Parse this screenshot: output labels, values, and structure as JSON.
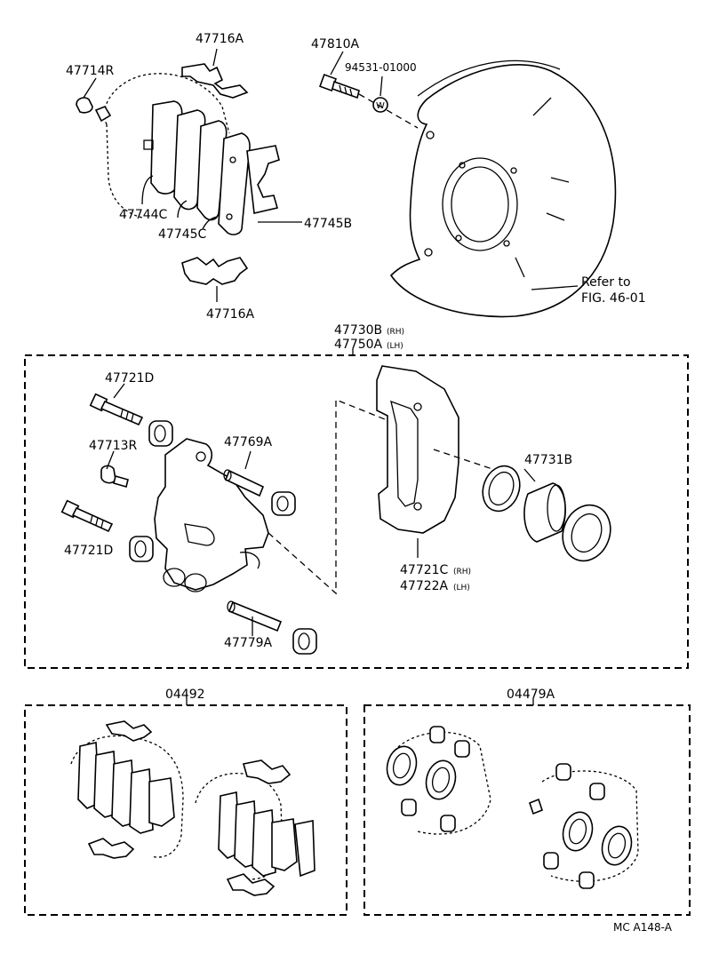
{
  "labels": {
    "p47716A_top": "47716A",
    "p47714R": "47714R",
    "p47744C": "47744C",
    "p47745C": "47745C",
    "p47745B": "47745B",
    "p47716A_bottom": "47716A",
    "p47810A": "47810A",
    "p94531": "94531-01000",
    "washer_mark": "W",
    "refer_line1": "Refer to",
    "refer_line2": "FIG. 46-01",
    "p47730B": "47730B",
    "p47730B_side": "(RH)",
    "p47750A": "47750A",
    "p47750A_side": "(LH)",
    "p47721D_top": "47721D",
    "p47713R": "47713R",
    "p47769A": "47769A",
    "p47731B": "47731B",
    "p47721D_bottom": "47721D",
    "p47721C": "47721C",
    "p47721C_side": "(RH)",
    "p47722A": "47722A",
    "p47722A_side": "(LH)",
    "p47779A": "47779A",
    "kit_04492": "04492",
    "kit_04479A": "04479A",
    "drawing_code": "MC  A148-A"
  }
}
